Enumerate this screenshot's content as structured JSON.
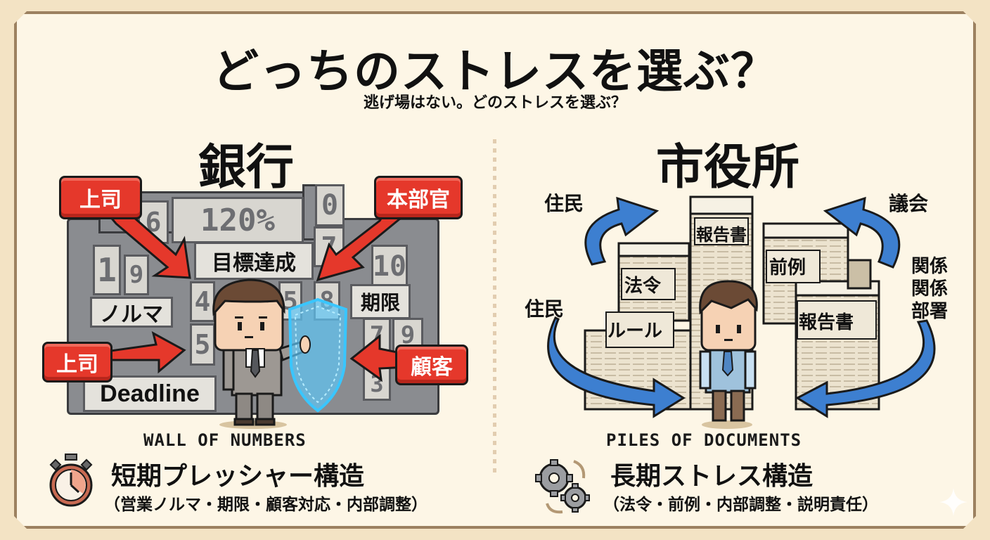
{
  "title": "どっちのストレスを選ぶ？",
  "subtitle": "逃げ場はない。どのストレスを選ぶ？",
  "colors": {
    "background": "#f3e3c4",
    "panel": "#fdf6e6",
    "frame_border": "#9c8160",
    "red_label": "#e5382b",
    "blue_arrow": "#3d7fd0",
    "wall_gray": "#8a8c90",
    "paper": "#ece3cf",
    "divider": "#e2cdb0"
  },
  "bank": {
    "heading": "銀行",
    "pressure_labels": [
      {
        "label": "上司",
        "position": "top-left"
      },
      {
        "label": "本部官",
        "position": "top-right"
      },
      {
        "label": "上司",
        "position": "bottom-left"
      },
      {
        "label": "顧客",
        "position": "bottom-right"
      }
    ],
    "wall_words": {
      "goal": "目標達成",
      "quota": "ノルマ",
      "deadline_jp": "期限",
      "deadline_en": "Deadline"
    },
    "wall_numbers": [
      "6",
      "120%",
      "0",
      "7",
      "1",
      "9",
      "10",
      "4",
      "5",
      "8",
      "5",
      "7",
      "9",
      "3"
    ],
    "caption_en": "WALL OF NUMBERS",
    "caption_jp": "短期プレッシャー構造",
    "caption_detail": "（営業ノルマ・期限・顧客対応・内部調整）",
    "icon": "stopwatch-icon"
  },
  "city_hall": {
    "heading": "市役所",
    "document_labels": [
      "報告書",
      "法令",
      "前例",
      "ルール",
      "報告書"
    ],
    "side_labels": {
      "top_left": "住民",
      "mid_left": "住民",
      "top_right": "議会",
      "mid_right": [
        "関係",
        "関係",
        "部署"
      ]
    },
    "caption_en": "PILES OF DOCUMENTS",
    "caption_jp": "長期ストレス構造",
    "caption_detail": "（法令・前例・内部調整・説明責任）",
    "icon": "gears-cycle-icon"
  }
}
